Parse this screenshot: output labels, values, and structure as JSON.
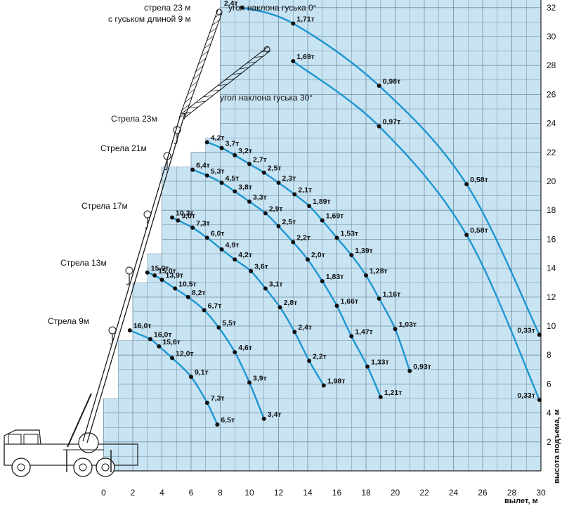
{
  "chart_data": {
    "type": "line",
    "xlabel": "вылет, м",
    "ylabel": "высота подъема, м",
    "xlim": [
      0,
      30
    ],
    "ylim": [
      0,
      33
    ],
    "grid": true,
    "x_ticks": [
      0,
      2,
      4,
      6,
      8,
      10,
      12,
      14,
      16,
      18,
      20,
      22,
      24,
      26,
      28,
      30
    ],
    "y_ticks": [
      2,
      4,
      6,
      8,
      10,
      12,
      14,
      16,
      18,
      20,
      22,
      24,
      26,
      28,
      30,
      32
    ],
    "line_color": "#1e96d2",
    "grid_fill": "#c8e3f2",
    "boom_labels": [
      {
        "name": "boom-9",
        "text": "Стрела 9м"
      },
      {
        "name": "boom-13",
        "text": "Стрела 13м"
      },
      {
        "name": "boom-17",
        "text": "Стрела 17м"
      },
      {
        "name": "boom-21",
        "text": "Стрела 21м"
      },
      {
        "name": "boom-23",
        "text": "Стрела 23м"
      },
      {
        "name": "boom-jib-line1",
        "text": "стрела 23 м"
      },
      {
        "name": "boom-jib-line2",
        "text": "с гуськом длиной 9 м"
      }
    ],
    "curve_labels": [
      {
        "name": "jib-angle-0",
        "text": "угол наклона гуська 0°"
      },
      {
        "name": "jib-angle-30",
        "text": "угол наклона гуська 30°"
      }
    ],
    "series": [
      {
        "points": [
          {
            "x": 1.8,
            "y": 9.7,
            "label": "16,0т"
          },
          {
            "x": 3.2,
            "y": 9.1,
            "label": "16,0т"
          },
          {
            "x": 3.8,
            "y": 8.6,
            "label": "15,6т"
          },
          {
            "x": 4.7,
            "y": 7.8,
            "label": "12,0т"
          },
          {
            "x": 6.0,
            "y": 6.5,
            "label": "9,1т"
          },
          {
            "x": 7.1,
            "y": 4.7,
            "label": "7,3т"
          },
          {
            "x": 7.8,
            "y": 3.2,
            "label": "6,5т"
          }
        ]
      },
      {
        "points": [
          {
            "x": 3.0,
            "y": 13.7,
            "label": "15,0т"
          },
          {
            "x": 3.5,
            "y": 13.5,
            "label": "15,0т"
          },
          {
            "x": 4.0,
            "y": 13.2,
            "label": "13,9т"
          },
          {
            "x": 4.9,
            "y": 12.6,
            "label": "10,5т"
          },
          {
            "x": 5.8,
            "y": 12.0,
            "label": "8,2т"
          },
          {
            "x": 6.9,
            "y": 11.1,
            "label": "6,7т"
          },
          {
            "x": 7.9,
            "y": 9.9,
            "label": "5,5т"
          },
          {
            "x": 9.0,
            "y": 8.2,
            "label": "4,6т"
          },
          {
            "x": 10.0,
            "y": 6.1,
            "label": "3,9т"
          },
          {
            "x": 11.0,
            "y": 3.6,
            "label": "3,4т"
          }
        ]
      },
      {
        "points": [
          {
            "x": 4.7,
            "y": 17.5,
            "label": "10,2т"
          },
          {
            "x": 5.1,
            "y": 17.3,
            "label": "9,0т"
          },
          {
            "x": 6.1,
            "y": 16.8,
            "label": "7,3т"
          },
          {
            "x": 7.1,
            "y": 16.1,
            "label": "6,0т"
          },
          {
            "x": 8.1,
            "y": 15.3,
            "label": "4,9т"
          },
          {
            "x": 9.0,
            "y": 14.6,
            "label": "4,2т"
          },
          {
            "x": 10.1,
            "y": 13.8,
            "label": "3,6т"
          },
          {
            "x": 11.1,
            "y": 12.6,
            "label": "3,1т"
          },
          {
            "x": 12.1,
            "y": 11.3,
            "label": "2,8т"
          },
          {
            "x": 13.1,
            "y": 9.6,
            "label": "2,4т"
          },
          {
            "x": 14.1,
            "y": 7.6,
            "label": "2,2т"
          },
          {
            "x": 15.1,
            "y": 5.9,
            "label": "1,98т"
          }
        ]
      },
      {
        "points": [
          {
            "x": 6.1,
            "y": 20.8,
            "label": "6,4т"
          },
          {
            "x": 7.1,
            "y": 20.4,
            "label": "5,3т"
          },
          {
            "x": 8.1,
            "y": 19.9,
            "label": "4,5т"
          },
          {
            "x": 9.0,
            "y": 19.3,
            "label": "3,8т"
          },
          {
            "x": 10.0,
            "y": 18.6,
            "label": "3,3т"
          },
          {
            "x": 11.1,
            "y": 17.8,
            "label": "2,9т"
          },
          {
            "x": 12.0,
            "y": 16.9,
            "label": "2,5т"
          },
          {
            "x": 13.0,
            "y": 15.8,
            "label": "2,2т"
          },
          {
            "x": 14.0,
            "y": 14.6,
            "label": "2,0т"
          },
          {
            "x": 15.0,
            "y": 13.1,
            "label": "1,83т"
          },
          {
            "x": 16.0,
            "y": 11.4,
            "label": "1,66т"
          },
          {
            "x": 17.0,
            "y": 9.3,
            "label": "1,47т"
          },
          {
            "x": 18.1,
            "y": 7.2,
            "label": "1,33т"
          },
          {
            "x": 19.0,
            "y": 5.1,
            "label": "1,21т"
          }
        ]
      },
      {
        "points": [
          {
            "x": 7.1,
            "y": 22.7,
            "label": "4,2т"
          },
          {
            "x": 8.1,
            "y": 22.3,
            "label": "3,7т"
          },
          {
            "x": 9.0,
            "y": 21.8,
            "label": "3,2т"
          },
          {
            "x": 10.0,
            "y": 21.2,
            "label": "2,7т"
          },
          {
            "x": 11.0,
            "y": 20.6,
            "label": "2,5т"
          },
          {
            "x": 12.0,
            "y": 19.9,
            "label": "2,3т"
          },
          {
            "x": 13.1,
            "y": 19.1,
            "label": "2,1т"
          },
          {
            "x": 14.1,
            "y": 18.3,
            "label": "1,89т"
          },
          {
            "x": 15.0,
            "y": 17.3,
            "label": "1,69т"
          },
          {
            "x": 16.0,
            "y": 16.1,
            "label": "1,53т"
          },
          {
            "x": 17.0,
            "y": 14.9,
            "label": "1,39т"
          },
          {
            "x": 18.0,
            "y": 13.5,
            "label": "1,28т"
          },
          {
            "x": 18.9,
            "y": 11.9,
            "label": "1,16т"
          },
          {
            "x": 20.0,
            "y": 9.8,
            "label": "1,03т"
          },
          {
            "x": 21.0,
            "y": 6.9,
            "label": "0,93т"
          }
        ]
      },
      {
        "points": [
          {
            "x": 9.5,
            "y": 32.0,
            "label": "2,4т"
          },
          {
            "x": 13.0,
            "y": 30.9,
            "label": "1,71т"
          },
          {
            "x": 18.9,
            "y": 26.6,
            "label": "0,98т"
          },
          {
            "x": 24.9,
            "y": 19.8,
            "label": "0,58т"
          },
          {
            "x": 29.9,
            "y": 9.4,
            "label": "0,33т"
          }
        ]
      },
      {
        "points": [
          {
            "x": 13.0,
            "y": 28.3,
            "label": "1,69т"
          },
          {
            "x": 18.9,
            "y": 23.8,
            "label": "0,97т"
          },
          {
            "x": 24.9,
            "y": 16.3,
            "label": "0,58т"
          },
          {
            "x": 29.9,
            "y": 4.9,
            "label": "0,33т"
          }
        ]
      }
    ]
  }
}
